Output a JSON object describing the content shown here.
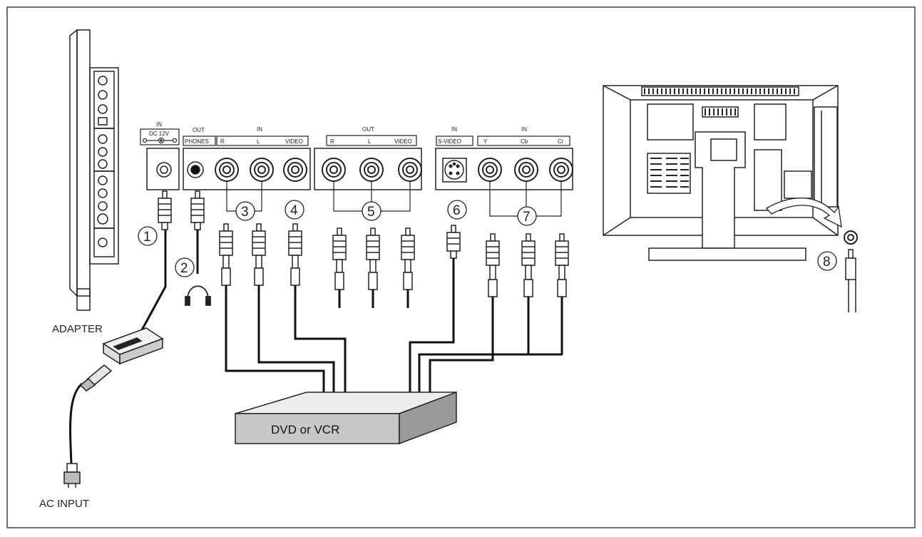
{
  "labels": {
    "adapter": "ADAPTER",
    "ac_input": "AC INPUT",
    "dvd_vcr": "DVD or VCR"
  },
  "panel": {
    "in1": "IN",
    "dc12v": "DC 12V",
    "out1": "OUT",
    "phones": "PHONES",
    "in2": "IN",
    "r1": "R",
    "l1": "L",
    "video1": "VIDEO",
    "out2": "OUT",
    "r2": "R",
    "l2": "L",
    "video2": "VIDEO",
    "in3": "IN",
    "svideo": "S-VIDEO",
    "in4": "IN",
    "y": "Y",
    "cb": "Cb",
    "cr": "Cr"
  },
  "callouts": [
    "1",
    "2",
    "3",
    "4",
    "5",
    "6",
    "7",
    "8"
  ]
}
